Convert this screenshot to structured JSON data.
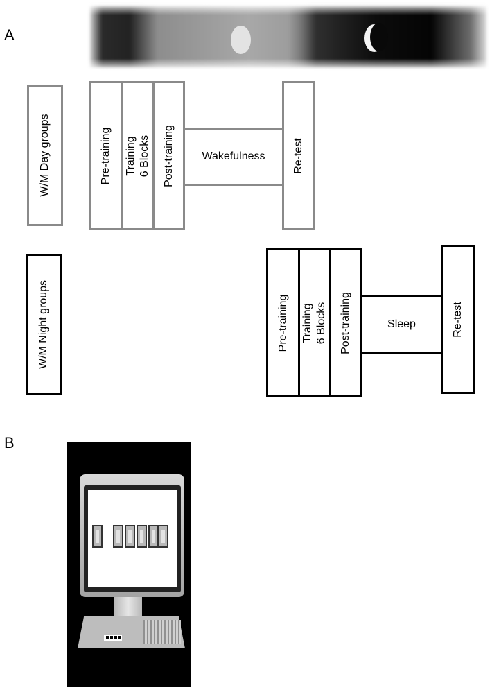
{
  "panel_a": {
    "label": "A",
    "day_group_label": "W/M Day groups",
    "night_group_label": "W/M Night groups",
    "day_sequence": {
      "pre_training": "Pre-training",
      "training_line1": "Training",
      "training_line2": "6 Blocks",
      "post_training": "Post-training",
      "interval": "Wakefulness",
      "retest": "Re-test"
    },
    "night_sequence": {
      "pre_training": "Pre-training",
      "training_line1": "Training",
      "training_line2": "6 Blocks",
      "post_training": "Post-training",
      "interval": "Sleep",
      "retest": "Re-test"
    },
    "day_night_bar": {
      "day_icon": "sun-icon",
      "night_icon": "crescent-moon-icon"
    }
  },
  "panel_b": {
    "label": "B",
    "illustration": "computer-with-stimulus-display-icon"
  },
  "colors": {
    "day_stroke": "#8a8a8a",
    "night_stroke": "#000000"
  }
}
